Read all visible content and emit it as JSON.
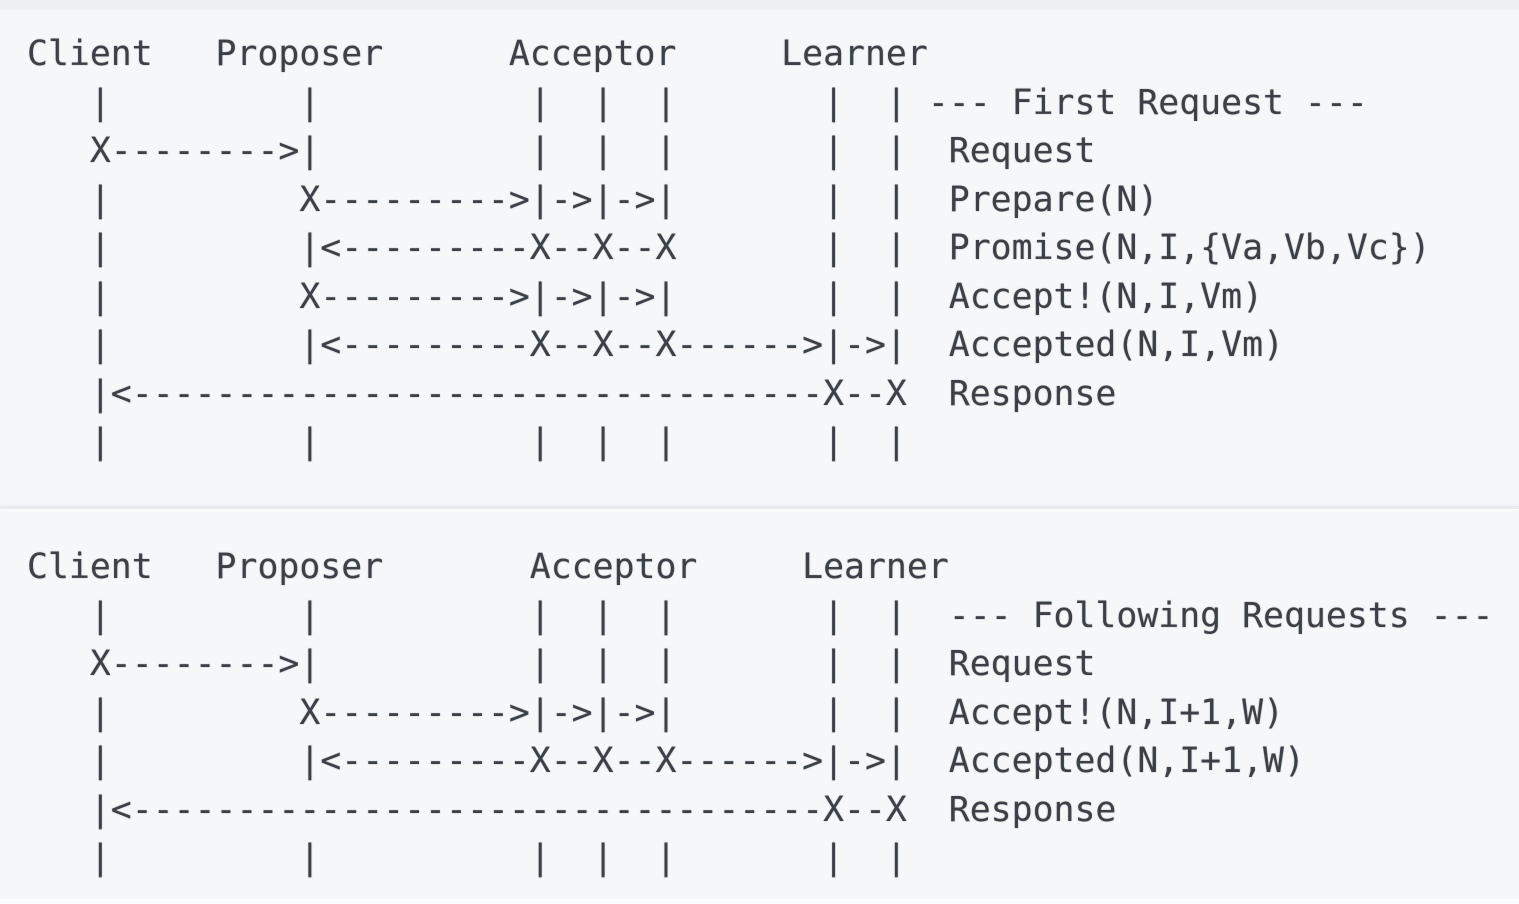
{
  "page": {
    "background_color": "#f5f7f9",
    "text_color": "#3c4147",
    "divider_color": "#e8ebee",
    "description": "Two ASCII-art Paxos protocol message sequence diagrams (Multi-Paxos), monospace code rendering"
  },
  "diagrams": [
    {
      "id": "first-request",
      "section_title": "--- First Request ---",
      "participants": [
        "Client",
        "Proposer",
        "Acceptor",
        "Learner"
      ],
      "messages": [
        "Request",
        "Prepare(N)",
        "Promise(N,I,{Va,Vb,Vc})",
        "Accept!(N,I,Vm)",
        "Accepted(N,I,Vm)",
        "Response"
      ],
      "ascii_lines": [
        "Client   Proposer      Acceptor     Learner",
        "   |         |          |  |  |       |  | --- First Request ---",
        "   X-------->|          |  |  |       |  |  Request",
        "   |         X--------->|->|->|       |  |  Prepare(N)",
        "   |         |<---------X--X--X       |  |  Promise(N,I,{Va,Vb,Vc})",
        "   |         X--------->|->|->|       |  |  Accept!(N,I,Vm)",
        "   |         |<---------X--X--X------>|->|  Accepted(N,I,Vm)",
        "   |<---------------------------------X--X  Response",
        "   |         |          |  |  |       |  |"
      ]
    },
    {
      "id": "following-requests",
      "section_title": "--- Following Requests ---",
      "participants": [
        "Client",
        "Proposer",
        "Acceptor",
        "Learner"
      ],
      "messages": [
        "Request",
        "Accept!(N,I+1,W)",
        "Accepted(N,I+1,W)",
        "Response"
      ],
      "ascii_lines": [
        "Client   Proposer       Acceptor     Learner",
        "   |         |          |  |  |       |  |  --- Following Requests ---",
        "   X-------->|          |  |  |       |  |  Request",
        "   |         X--------->|->|->|       |  |  Accept!(N,I+1,W)",
        "   |         |<---------X--X--X------>|->|  Accepted(N,I+1,W)",
        "   |<---------------------------------X--X  Response",
        "   |         |          |  |  |       |  |"
      ]
    }
  ]
}
